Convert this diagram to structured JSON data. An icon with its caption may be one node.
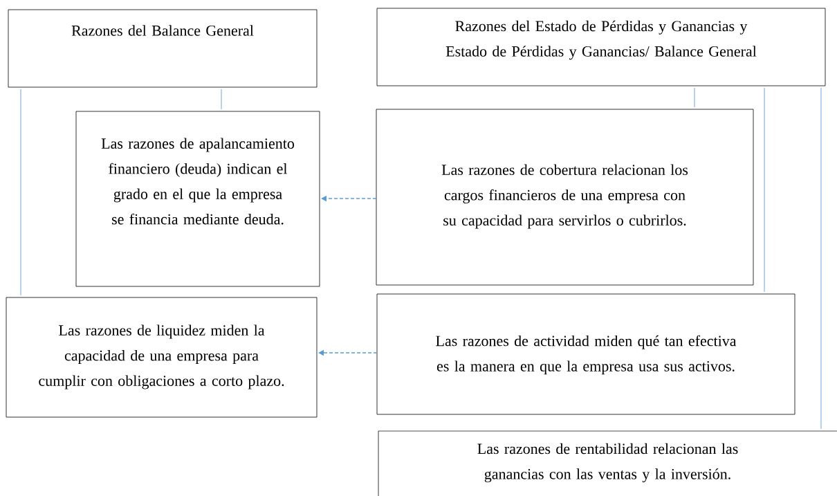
{
  "diagram": {
    "nodes": [
      {
        "text": [
          "Razones del Balance General"
        ]
      },
      {
        "text": [
          "Razones del Estado de Pérdidas y Ganancias y Estado de Pérdidas y Ganancias/ Balance General"
        ]
      },
      {
        "text": [
          "Las razones de apalancamiento financiero (deuda) indican el grado en el que la empresa se financia mediante deuda."
        ]
      },
      {
        "text": [
          "Las razones de cobertura relacionan los cargos financieros de una empresa con su capacidad para servirlos o cubrirlos."
        ]
      },
      {
        "text": [
          "Las razones de liquidez miden la capacidad de una empresa para cumplir con obligaciones a corto plazo."
        ]
      },
      {
        "text": [
          "Las razones de actividad miden qué tan efectiva es la manera en que la empresa usa sus activos."
        ]
      },
      {
        "text": [
          "Las razones de rentabilidad relacionan las ganancias con las ventas y la inversión."
        ]
      }
    ],
    "edges": [
      {
        "from": 0,
        "to": 4,
        "arrow": "none"
      },
      {
        "from": 0,
        "to": 2,
        "arrow": "none"
      },
      {
        "from": 1,
        "to": 3,
        "arrow": "none"
      },
      {
        "from": 1,
        "to": 5,
        "arrow": "none"
      },
      {
        "from": 1,
        "to": 6,
        "arrow": "none"
      },
      {
        "from": 3,
        "to": 2,
        "arrow": "to",
        "style": "dashed"
      },
      {
        "from": 5,
        "to": 4,
        "arrow": "to",
        "style": "dashed"
      }
    ]
  }
}
